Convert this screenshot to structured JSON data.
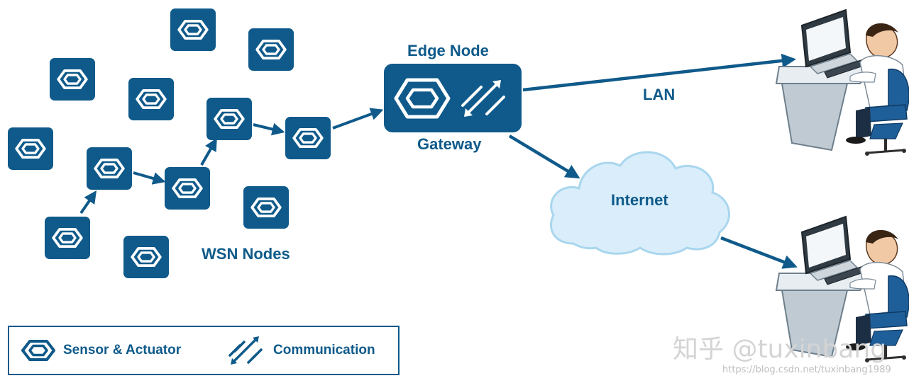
{
  "labels": {
    "edge_node": "Edge Node",
    "gateway": "Gateway",
    "lan": "LAN",
    "internet": "Internet",
    "wsn_nodes": "WSN Nodes"
  },
  "legend": {
    "sensor_actuator": "Sensor & Actuator",
    "communication": "Communication"
  },
  "watermark": {
    "text": "知乎 @tuxinbang",
    "url": "https://blog.csdn.net/tuxinbang1989"
  },
  "colors": {
    "node_fill": "#0f5a8a",
    "arrow": "#0f5a8a",
    "cloud_fill": "#d9eefa",
    "cloud_stroke": "#a9d6ee",
    "label_text": "#0f5a8a"
  },
  "icons": {
    "sensor": "sensor-actuator-icon",
    "communication": "communication-icon",
    "workstation": "computer-user-icon",
    "cloud": "cloud-icon"
  }
}
